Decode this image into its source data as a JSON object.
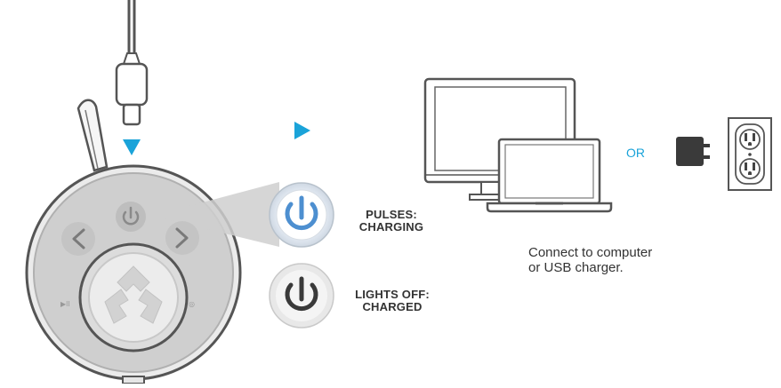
{
  "status": {
    "charging": [
      "PULSES:",
      "CHARGING"
    ],
    "charged": [
      "LIGHTS OFF:",
      "CHARGED"
    ]
  },
  "or_label": "OR",
  "connect_text": [
    "Connect to computer",
    "or USB charger."
  ],
  "icons": [
    "usb-c-cable-icon",
    "arrow-down-icon",
    "arrow-right-icon",
    "speaker-device-icon",
    "power-pulse-icon",
    "power-off-icon",
    "monitor-icon",
    "laptop-icon",
    "usb-wall-charger-icon",
    "wall-outlet-icon"
  ],
  "colors": {
    "accent": "#1aa3d9",
    "device_gray": "#c9c9c9",
    "outline": "#555555",
    "dark": "#3a3a3a",
    "charging_blue": "#4d8fd0"
  }
}
